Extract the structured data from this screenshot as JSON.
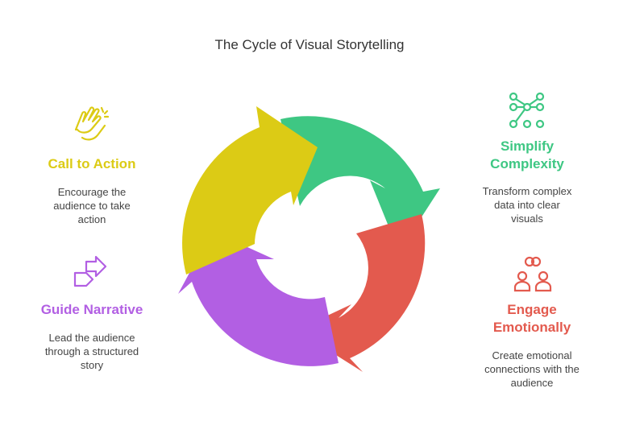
{
  "title": "The Cycle of Visual Storytelling",
  "colors": {
    "yellow": "#DCCB15",
    "green": "#3EC783",
    "red": "#E35A4E",
    "purple": "#B25FE3"
  },
  "steps": {
    "simplify": {
      "line1": "Simplify",
      "line2": "Complexity",
      "desc1": "Transform complex",
      "desc2": "data into clear",
      "desc3": "visuals",
      "icon": "network-graph-icon"
    },
    "engage": {
      "line1": "Engage",
      "line2": "Emotionally",
      "desc1": "Create emotional",
      "desc2": "connections with the",
      "desc3": "audience",
      "icon": "people-rings-icon"
    },
    "guide": {
      "line1": "Guide Narrative",
      "desc1": "Lead the audience",
      "desc2": "through a structured",
      "desc3": "story",
      "icon": "direction-arrows-icon"
    },
    "action": {
      "line1": "Call to Action",
      "desc1": "Encourage the",
      "desc2": "audience to take",
      "desc3": "action",
      "icon": "clapping-hands-icon"
    }
  }
}
